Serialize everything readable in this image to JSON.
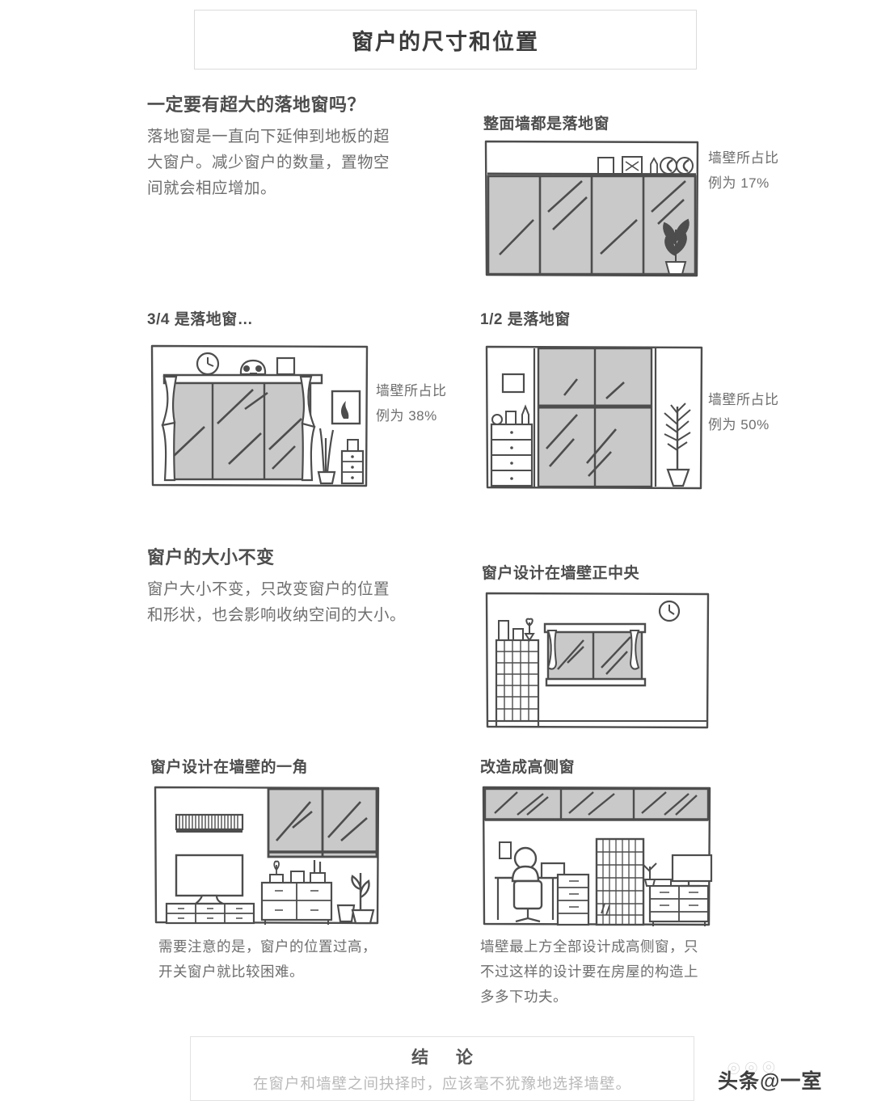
{
  "title": "窗户的尺寸和位置",
  "section1": {
    "heading": "一定要有超大的落地窗吗？",
    "body_line1": "落地窗是一直向下延伸到地板的超",
    "body_line2": "大窗户。减少窗户的数量，置物空",
    "body_line3": "间就会相应增加。"
  },
  "panel_full": {
    "heading": "整面墙都是落地窗",
    "note_line1": "墙壁所占比",
    "note_line2": "例为 17%",
    "wall_ratio": "17%"
  },
  "panel_three_quarter": {
    "heading": "3/4 是落地窗…",
    "note_line1": "墙壁所占比",
    "note_line2": "例为 38%",
    "wall_ratio": "38%"
  },
  "panel_half": {
    "heading": "1/2 是落地窗",
    "note_line1": "墙壁所占比",
    "note_line2": "例为 50%",
    "wall_ratio": "50%"
  },
  "section2": {
    "heading": "窗户的大小不变",
    "body_line1": "窗户大小不变，只改变窗户的位置",
    "body_line2": "和形状，也会影响收纳空间的大小。"
  },
  "panel_center": {
    "heading": "窗户设计在墙壁正中央"
  },
  "panel_corner": {
    "heading": "窗户设计在墙壁的一角",
    "caption_line1": "需要注意的是，窗户的位置过高，",
    "caption_line2": "开关窗户就比较困难。"
  },
  "panel_clerestory": {
    "heading": "改造成高侧窗",
    "caption_line1": "墙壁最上方全部设计成高侧窗，只",
    "caption_line2": "不过这样的设计要在房屋的构造上",
    "caption_line3": "多多下功夫。"
  },
  "conclusion": {
    "title": "结 论",
    "text": "在窗户和墙壁之间抉择时，应该毫不犹豫地选择墙壁。"
  },
  "watermark": {
    "text": "头条@一室"
  },
  "colors": {
    "ink": "#4a4a4a",
    "body_text": "#6e6e6e",
    "glass_fill": "#c9c9c9",
    "line": "#4d4d4d",
    "box_border": "#dcdcdc",
    "conclusion_text": "#b9b9b9"
  }
}
